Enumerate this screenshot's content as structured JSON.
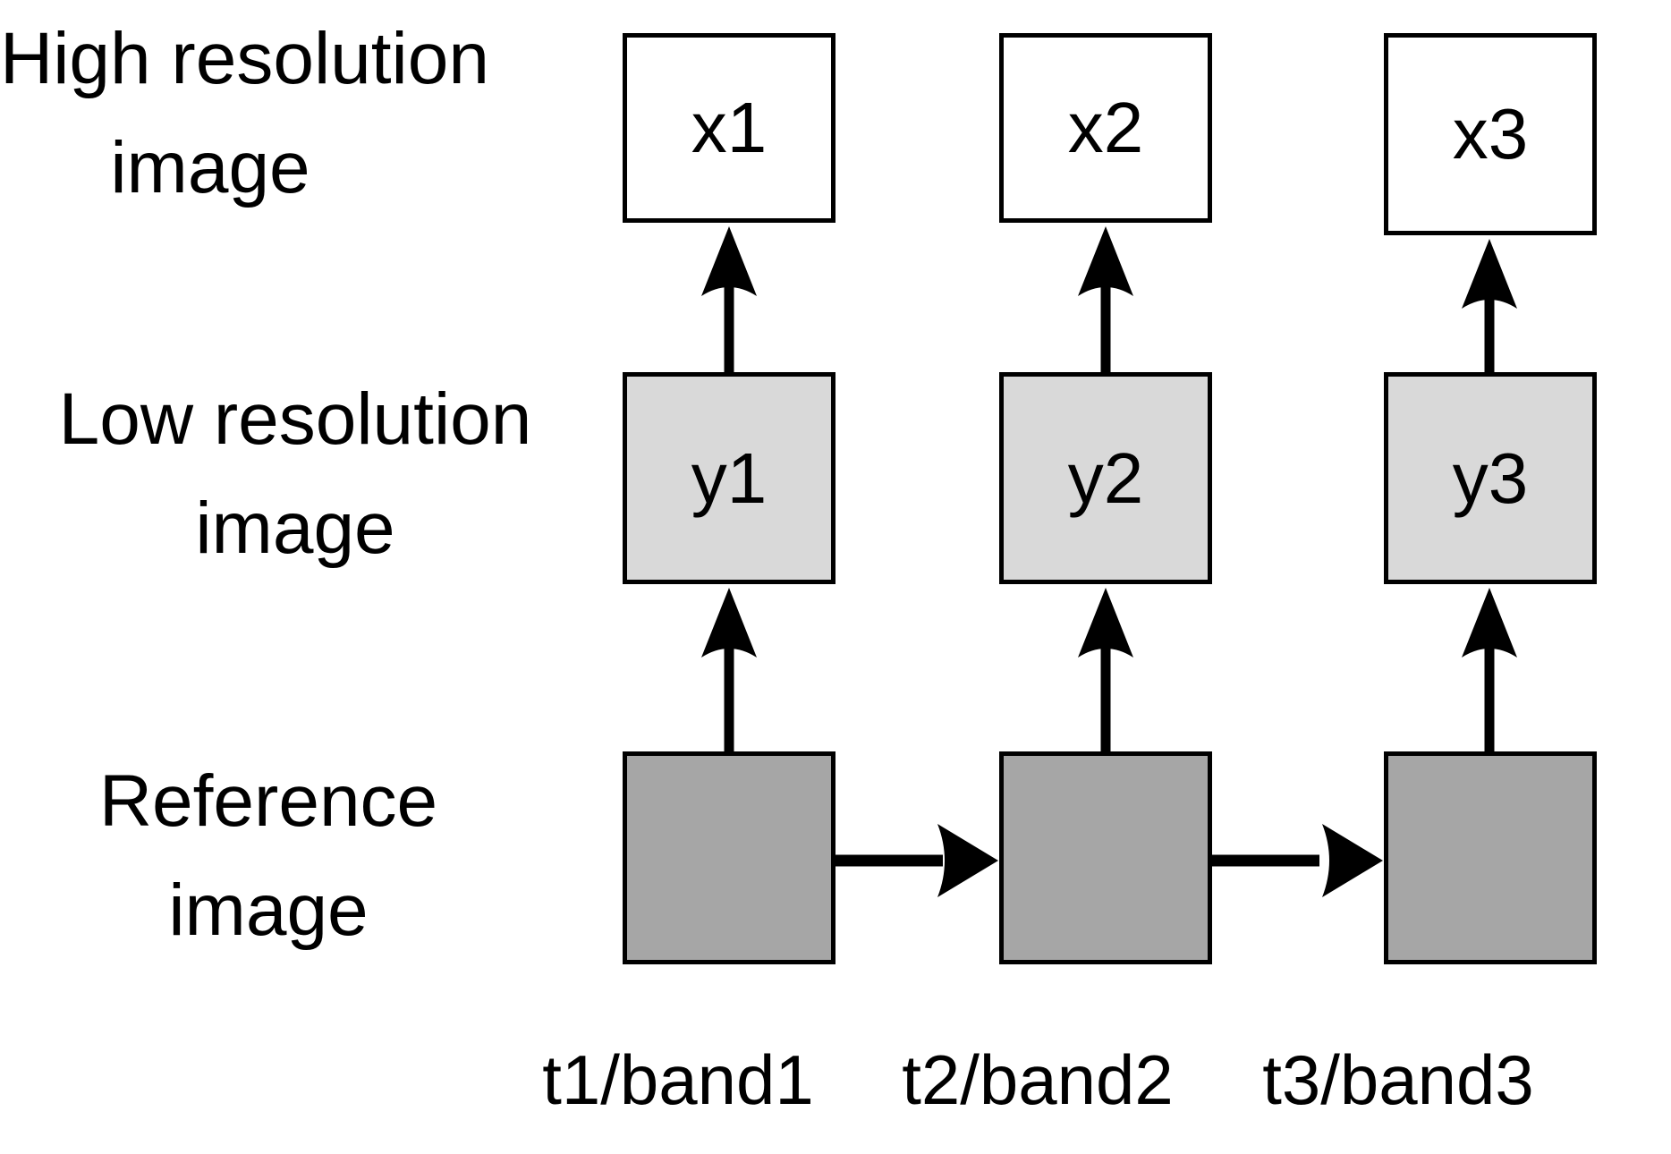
{
  "side_labels": [
    {
      "line1": "High resolution",
      "line2": "image"
    },
    {
      "line1": "Low resolution",
      "line2": "image"
    },
    {
      "line1": "Reference",
      "line2": "image"
    }
  ],
  "columns": [
    {
      "high": "x1",
      "low": "y1",
      "time": "t1/band1"
    },
    {
      "high": "x2",
      "low": "y2",
      "time": "t2/band2"
    },
    {
      "high": "x3",
      "low": "y3",
      "time": "t3/band3"
    }
  ],
  "colors": {
    "high_box_fill": "#ffffff",
    "low_box_fill": "#d9d9d9",
    "reference_box_fill": "#a6a6a6",
    "border_and_arrows": "#000000",
    "background": "#ffffff",
    "text": "#000000"
  }
}
